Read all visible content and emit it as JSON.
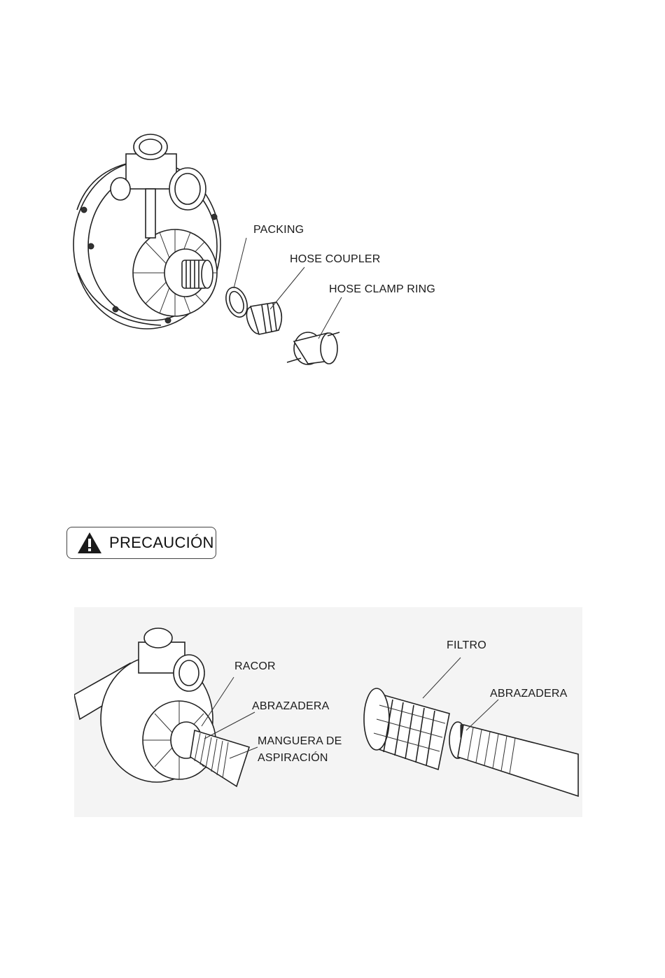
{
  "top_figure": {
    "labels": {
      "packing": "PACKING",
      "hose_coupler": "HOSE COUPLER",
      "hose_clamp_ring": "HOSE CLAMP RING"
    }
  },
  "caution": {
    "text": "PRECAUCIÓN",
    "icon": "warning-triangle-icon"
  },
  "bottom_figure": {
    "left_labels": {
      "racor": "RACOR",
      "abrazadera": "ABRAZADERA",
      "manguera_line1": "MANGUERA DE",
      "manguera_line2": "ASPIRACIÓN"
    },
    "right_labels": {
      "filtro": "FILTRO",
      "abrazadera": "ABRAZADERA"
    }
  }
}
